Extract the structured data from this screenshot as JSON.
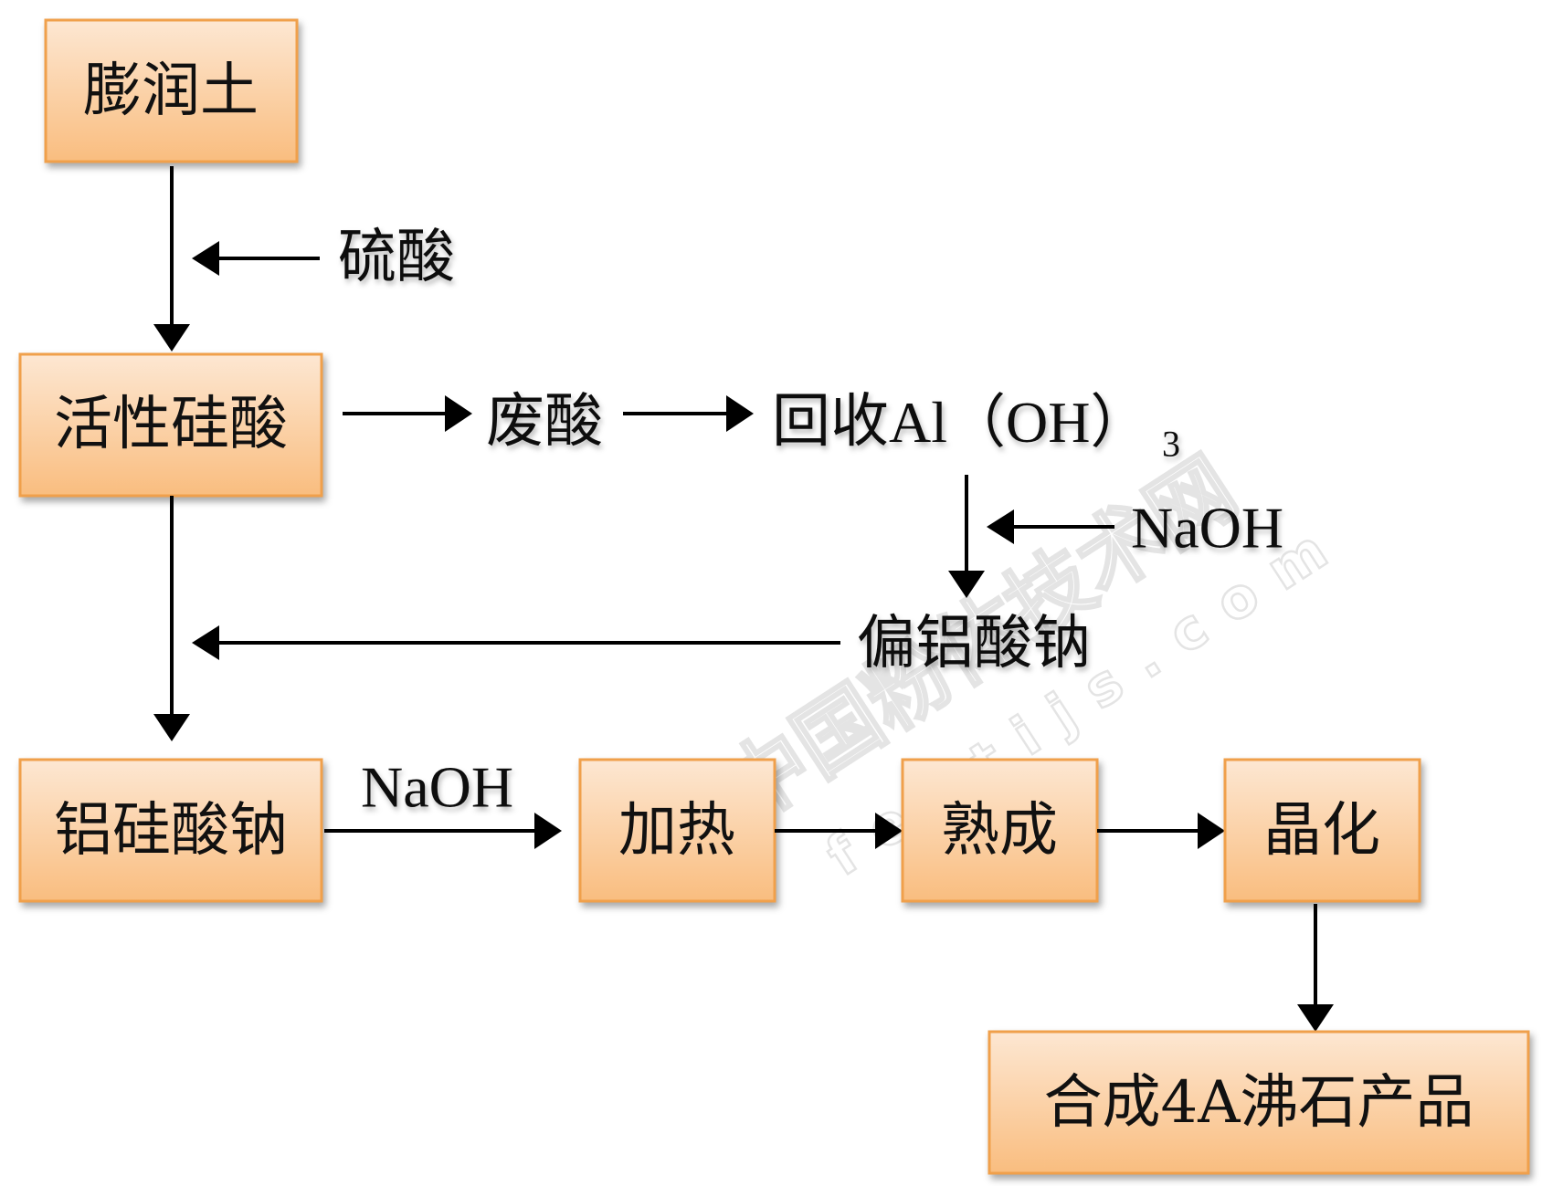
{
  "diagram": {
    "nodes": {
      "bentonite": "膨润土",
      "active_silicic_acid": "活性硅酸",
      "sodium_aluminosilicate": "铝硅酸钠",
      "heating": "加热",
      "aging": "熟成",
      "crystallization": "晶化",
      "product": "合成4A沸石产品"
    },
    "labels": {
      "sulfuric_acid": "硫酸",
      "waste_acid": "废酸",
      "recover_prefix": "回收",
      "recover_formula": "Al（OH）",
      "recover_subscript": "3",
      "naoh_right": "NaOH",
      "sodium_metaaluminate": "偏铝酸钠",
      "naoh_bottom": "NaOH"
    },
    "watermark": {
      "main": "中国粉体技术网",
      "sub": "fentijs.com"
    },
    "colors": {
      "box_fill_top": "#fde7d2",
      "box_fill_bottom": "#f9bd7f",
      "box_border": "#f0a04b"
    }
  }
}
